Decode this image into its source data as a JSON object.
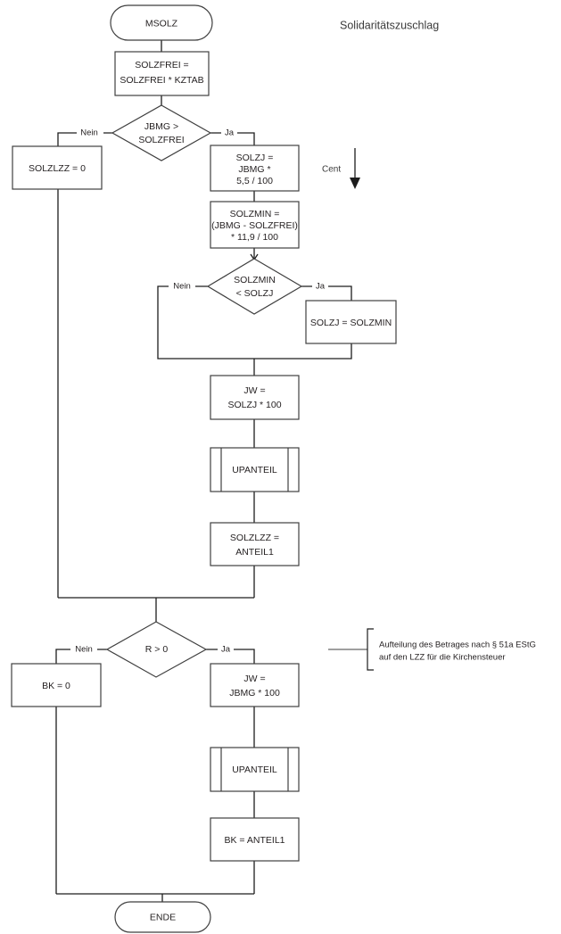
{
  "diagram": {
    "title": "Solidaritätszuschlag",
    "side_note_cent": "Cent",
    "annotation": {
      "line1": "Aufteilung des Betrages nach § 51a EStG",
      "line2": "auf den LZZ für die Kirchensteuer"
    },
    "nodes": {
      "start": {
        "label": "MSOLZ",
        "shape": "terminator"
      },
      "solzfrei": {
        "line1": "SOLZFREI =",
        "line2": "SOLZFREI * KZTAB",
        "shape": "process"
      },
      "decision_jbmg": {
        "line1": "JBMG >",
        "line2": "SOLZFREI",
        "shape": "decision"
      },
      "solzlzz_zero": {
        "label": "SOLZLZZ = 0",
        "shape": "process"
      },
      "solzj": {
        "line1": "SOLZJ =",
        "line2": "JBMG *",
        "line3": "5,5 / 100",
        "shape": "process"
      },
      "solzmin": {
        "line1": "SOLZMIN =",
        "line2": "(JBMG - SOLZFREI)",
        "line3": "* 11,9 / 100",
        "shape": "process"
      },
      "decision_solzmin": {
        "line1": "SOLZMIN",
        "line2": "< SOLZJ",
        "shape": "decision"
      },
      "solzj_assign": {
        "label": "SOLZJ = SOLZMIN",
        "shape": "process"
      },
      "jw_solzj": {
        "line1": "JW =",
        "line2": "SOLZJ * 100",
        "shape": "process"
      },
      "upanteil_1": {
        "label": "UPANTEIL",
        "shape": "predefined-process"
      },
      "solzlzz_anteil": {
        "line1": "SOLZLZZ =",
        "line2": "ANTEIL1",
        "shape": "process"
      },
      "decision_r": {
        "label": "R > 0",
        "shape": "decision"
      },
      "bk_zero": {
        "label": "BK = 0",
        "shape": "process"
      },
      "jw_jbmg": {
        "line1": "JW =",
        "line2": "JBMG * 100",
        "shape": "process"
      },
      "upanteil_2": {
        "label": "UPANTEIL",
        "shape": "predefined-process"
      },
      "bk_anteil": {
        "label": "BK = ANTEIL1",
        "shape": "process"
      },
      "end": {
        "label": "ENDE",
        "shape": "terminator"
      }
    },
    "branches": {
      "jbmg_no": "Nein",
      "jbmg_yes": "Ja",
      "solzmin_no": "Nein",
      "solzmin_yes": "Ja",
      "r_no": "Nein",
      "r_yes": "Ja"
    },
    "colors": {
      "line": "#1d1d1d",
      "shape_stroke": "#3f3f3f",
      "text": "#231f20",
      "background": "#ffffff"
    }
  }
}
